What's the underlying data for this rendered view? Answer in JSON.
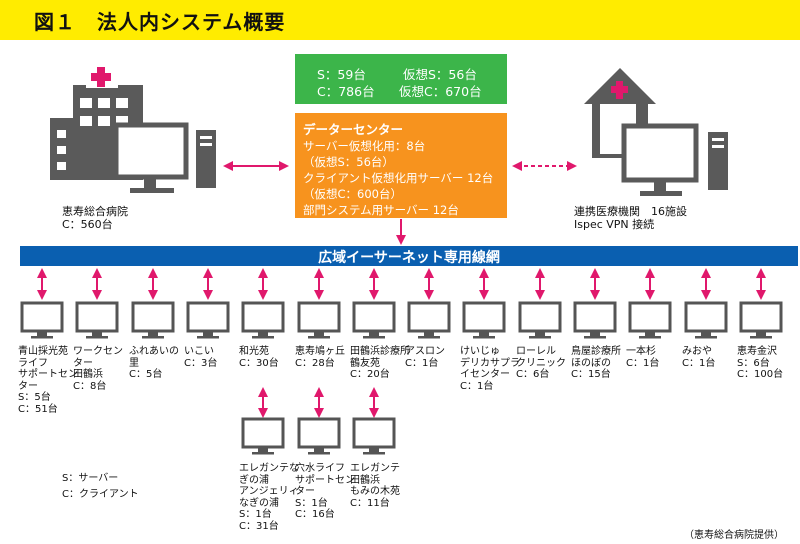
{
  "title": "図１　法人内システム概要",
  "stats": {
    "s_real": "S：59台",
    "s_virtual": "仮想S：56台",
    "c_real": "C：786台",
    "c_virtual": "仮想C：670台"
  },
  "datacenter": {
    "title": "データーセンター",
    "lines": [
      "サーバー仮想化用：8台",
      "（仮想S：56台）",
      "クライアント仮想化用サーバー 12台",
      "（仮想C：600台）",
      "部門システム用サーバー 12台"
    ]
  },
  "hospital": {
    "name": "恵寿総合病院",
    "clients": "C：560台"
  },
  "partner": {
    "name": "連携医療機関　16施設",
    "vpn": "Ispec VPN 接続"
  },
  "network_label": "広域イーサーネット専用線網",
  "sites": [
    {
      "lines": [
        "青山採光苑",
        "ライフ",
        "サポートセン",
        "ター",
        "S：5台",
        "C：51台"
      ]
    },
    {
      "lines": [
        "ワークセン",
        "ター",
        "田鶴浜",
        "C：8台"
      ]
    },
    {
      "lines": [
        "ふれあいの",
        "里",
        "C：5台"
      ]
    },
    {
      "lines": [
        "いこい",
        "C：3台"
      ]
    },
    {
      "lines": [
        "和光苑",
        "C：30台"
      ]
    },
    {
      "lines": [
        "恵寿鳩ヶ丘",
        "C：28台"
      ]
    },
    {
      "lines": [
        "田鶴浜診療所",
        "鶴友苑",
        "C：20台"
      ]
    },
    {
      "lines": [
        "アスロン",
        "C：1台"
      ]
    },
    {
      "lines": [
        "けいじゅ",
        "デリカサプラ",
        "イセンター",
        "C：1台"
      ]
    },
    {
      "lines": [
        "ローレル",
        "クリニック",
        "C：6台"
      ]
    },
    {
      "lines": [
        "鳥屋診療所",
        "ほのぼの",
        "C：15台"
      ]
    },
    {
      "lines": [
        "一本杉",
        "C：1台"
      ]
    },
    {
      "lines": [
        "みおや",
        "C：1台"
      ]
    },
    {
      "lines": [
        "恵寿金沢",
        "S：6台",
        "C：100台"
      ]
    }
  ],
  "sub_sites": [
    {
      "lines": [
        "エレガンテな",
        "ぎの浦",
        "アンジェリィ",
        "なぎの浦",
        "S：1台",
        "C：31台"
      ]
    },
    {
      "lines": [
        "穴水ライフ",
        "サポートセン",
        "ター",
        "S：1台",
        "C：16台"
      ]
    },
    {
      "lines": [
        "エレガンテ",
        "田鶴浜",
        "もみの木苑",
        "C：11台"
      ]
    }
  ],
  "legend": {
    "s": "S：サーバー",
    "c": "C：クライアント"
  },
  "credit": "（恵寿総合病院提供）",
  "colors": {
    "title_bg": "#ffec00",
    "green": "#3cb54a",
    "orange": "#f7931e",
    "blue": "#0a5fb0",
    "arrow": "#e0186c",
    "building": "#5a5a5a"
  }
}
